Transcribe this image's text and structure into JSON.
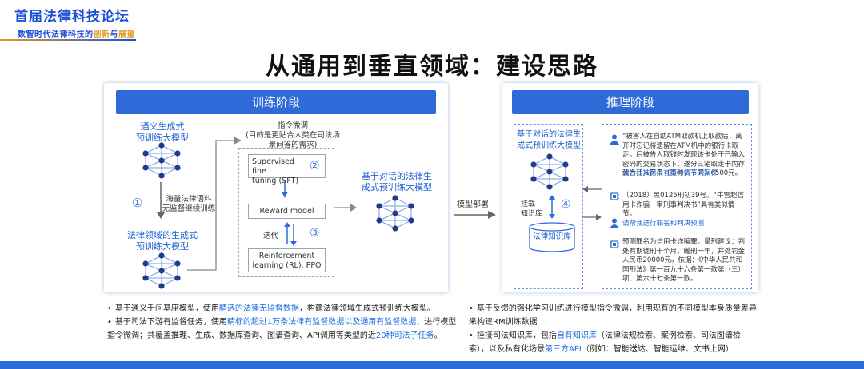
{
  "header": {
    "logo_title": "首届法律科技论坛",
    "logo_sub_a": "数智时代法律科技的",
    "logo_sub_b": "创新",
    "logo_sub_c": "与",
    "logo_sub_d": "展望",
    "main_title": "从通用到垂直领域：建设思路"
  },
  "training": {
    "header": "训练阶段",
    "general_model": "通义生成式\n预训练大模型",
    "step1_num": "①",
    "step1_text": "海量法律语料\n无监督继续训练",
    "legal_model": "法律领域的生成式\n预训练大模型",
    "instruction_title": "指令微调\n(目的是更贴合人类在司法场\n景问答的需求)",
    "sft": "Supervised fine\ntuning (SFT)",
    "sft_num": "②",
    "reward": "Reward model",
    "iterate": "迭代",
    "rl_num": "③",
    "rl": "Reinforcement\nlearning (RL), PPO",
    "dialog_model": "基于对话的法律生\n成式预训练大模型"
  },
  "deploy_label": "模型部署",
  "inference": {
    "header": "推理阶段",
    "dialog_model": "基于对话的法律生\n成式预训练大模型",
    "mount": "挂载\n知识库",
    "num": "④",
    "kb": "法律知识库",
    "case_text": "“被害人在自助ATM取款机上取款后，离开时忘记将遗留在ATM机中的银行卡取走。后被告人取钱时发现该卡处于已输入密码的交易状态下，遂分三笔取走卡内存款合计人民币（币种，下同）6500元。",
    "case_link": "请为我推荐具有类似情节的案件",
    "similar_case": "（2018）黑0125刑初39号。“牛雪超信用卡诈骗一审刑事判决书”具有类似情节。",
    "crime_link": "请帮我进行罪名和判决预测",
    "prediction": "预测罪名为信用卡诈骗罪。量刑建议：判处有期徒刑十个月，缓刑一年，并处罚金人民币20000元。依据：《中华人民共和国刑法》第一百九十六条第一款第（三）项、第六十七条第一款。"
  },
  "bullets_left": [
    {
      "pre": "基于通义千问基座模型，使用",
      "hl": "精选的法律无监督数据",
      "post": "，构建法律领域生成式预训练大模型。"
    },
    {
      "pre": "基于司法下游有监督任务，使用",
      "hl": "精标的超过1万条法律有监督数据以及通用有监督数据",
      "post": "，进行模型指令微调；共覆盖推理、生成、数据库查询、图谱查询、API调用等类型的近",
      "hl2": "20种司法子任务",
      "post2": "。"
    }
  ],
  "bullets_right": [
    {
      "pre": "基于反馈的强化学习训练进行模型指令微调，利用现有的不同模型本身质量差异来构建RM训练数据"
    },
    {
      "pre": "挂接司法知识库，包括",
      "hl": "自有知识库",
      "mid": "（法律法规检索、案例检索、司法图谱检索），以及私有化场景",
      "hl2": "第三方API",
      "post": "（例如：智能送达、智能运维、文书上网）"
    }
  ],
  "colors": {
    "accent": "#2f6ad9",
    "highlight": "#1d6fe0",
    "logo_orange": "#e39a1b"
  }
}
